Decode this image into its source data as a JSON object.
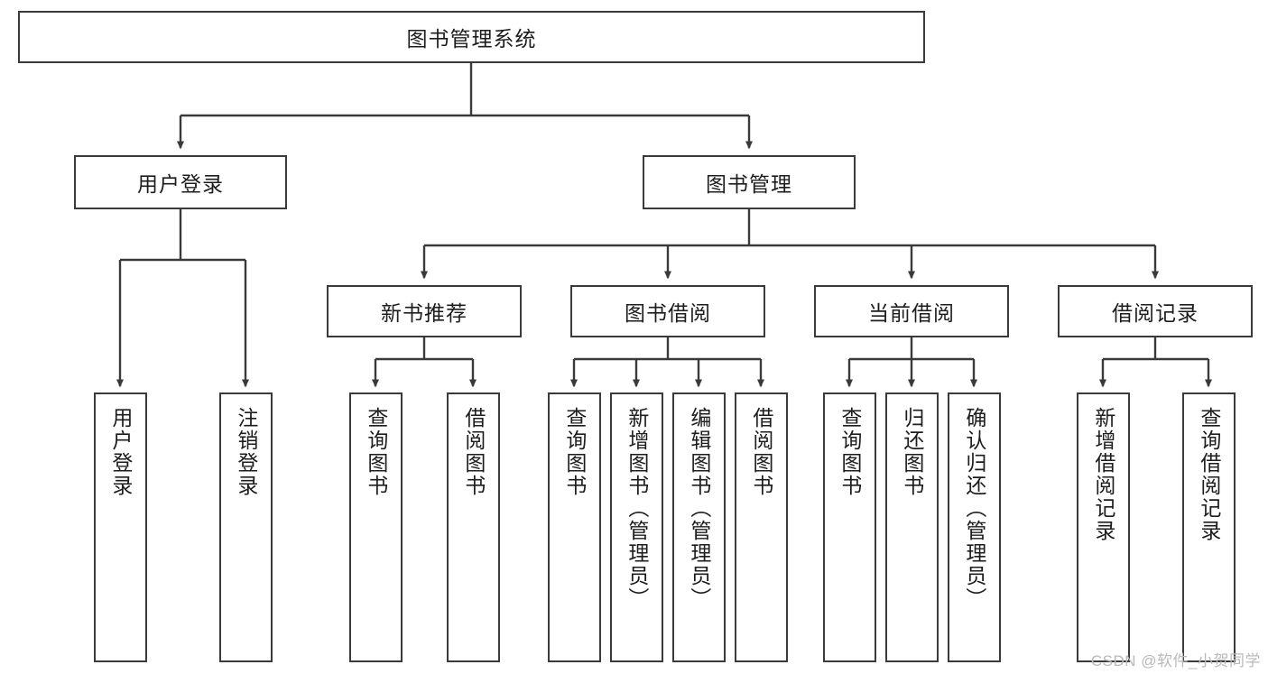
{
  "diagram": {
    "title": "图书管理系统",
    "watermark": "CSDN @软件_小贺同学",
    "colors": {
      "stroke": "#3a3a3a",
      "fill": "#ffffff",
      "text": "#1d1d1d",
      "watermark": "#b9b9b9"
    },
    "root": {
      "label": "图书管理系统"
    },
    "level2": [
      {
        "label": "用户登录"
      },
      {
        "label": "图书管理"
      }
    ],
    "level3": [
      {
        "label": "新书推荐"
      },
      {
        "label": "图书借阅"
      },
      {
        "label": "当前借阅"
      },
      {
        "label": "借阅记录"
      }
    ],
    "leaves": {
      "user_login": [
        {
          "label": "用户登录"
        },
        {
          "label": "注销登录"
        }
      ],
      "new_book_recommend": [
        {
          "label": "查询图书"
        },
        {
          "label": "借阅图书"
        }
      ],
      "book_borrow": [
        {
          "label": "查询图书"
        },
        {
          "label": "新增图书（管理员）"
        },
        {
          "label": "编辑图书（管理员）"
        },
        {
          "label": "借阅图书"
        }
      ],
      "current_borrow": [
        {
          "label": "查询图书"
        },
        {
          "label": "归还图书"
        },
        {
          "label": "确认归还（管理员）"
        }
      ],
      "borrow_record": [
        {
          "label": "新增借阅记录"
        },
        {
          "label": "查询借阅记录"
        }
      ]
    }
  }
}
